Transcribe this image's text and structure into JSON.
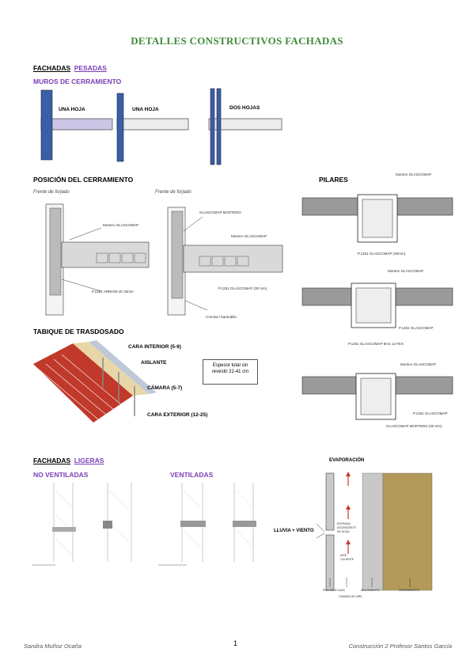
{
  "title": "DETALLES CONSTRUCTIVOS FACHADAS",
  "fachadas_pesadas": {
    "prefix": "FACHADAS",
    "highlight": "PESADAS"
  },
  "muros": {
    "heading": "MUROS DE CERRAMIENTO",
    "labels": [
      "UNA HOJA",
      "UNA HOJA",
      "DOS HOJAS"
    ]
  },
  "posicion": {
    "heading": "POSICIÓN DEL CERRAMIENTO",
    "captions": [
      "Frente de forjado",
      "Frente de forjado"
    ],
    "notes": [
      "Mortero GLASCOMAP",
      "P.1251 ARRIOM 40 30mm",
      "GLASCOMAP MORTERO",
      "Mortero GLASCOMAP",
      "P.1251 GLASCOMAP (30 mm)",
      "Cornisa / barandilla"
    ]
  },
  "pilares": {
    "heading": "PILARES",
    "notes": [
      "Mortero GLASCOMAP",
      "P.1251 GLASCOMAP (30mm)",
      "Mortero GLASCOMAP",
      "P.1251 GLASCOMAP",
      "P.1251 GLASCOMAP BAS 12 FEX",
      "Mortero GLASCOMAP",
      "P.1251 GLASCOMAP",
      "GLASCOMAP MORTERO (30 mm)"
    ]
  },
  "tabique": {
    "heading": "TABIQUE DE TRASDOSADO",
    "cara_interior": "CARA INTERIOR (5-9)",
    "aislante": "AISLANTE",
    "camara": "CÁMARA (5-7)",
    "cara_exterior": "CARA EXTERIOR (12-25)",
    "box_text": "Espesor total sin revestir 22-41 cm"
  },
  "fachadas_ligeras": {
    "prefix": "FACHADAS",
    "highlight": "LIGERAS"
  },
  "no_ventiladas": "NO VENTILADAS",
  "ventiladas": "VENTILADAS",
  "evaporacion": {
    "top": "EVAPORACIÓN",
    "side": "LLUVIA + VIENTO",
    "mid_labels": [
      "ENTRADA ASCENDENTE DE AGUA",
      "AIRE CALIENTE"
    ],
    "bottom_labels": [
      "PIEL VENTILADA",
      "CAMARA DE AIRE",
      "AISLAMIENTO",
      "CERRAMIENTO"
    ]
  },
  "footer": {
    "left": "Sandra Muñoz Ocaña",
    "page": "1",
    "right": "Construcción 2  Profesor Santos García"
  },
  "colors": {
    "title_green": "#3f8a3a",
    "purple": "#7a3fb5",
    "column_blue": "#3a5ea8",
    "brick_red": "#c0392b",
    "olive": "#b39a5a"
  }
}
